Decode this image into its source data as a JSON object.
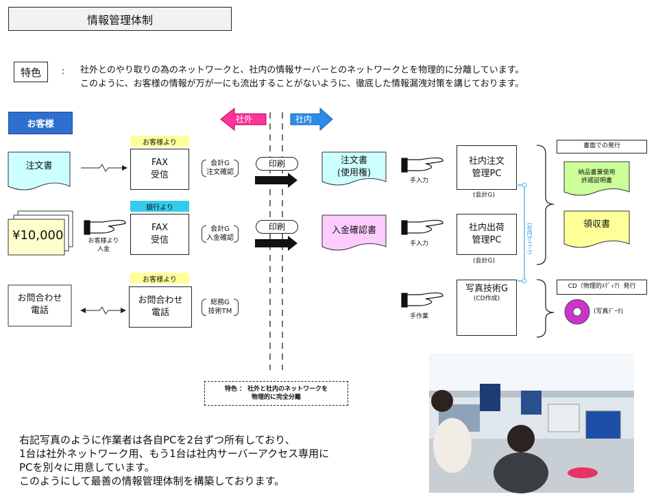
{
  "title": "情報管理体制",
  "feature": {
    "label": "特色",
    "colon": ":",
    "line1": "社外とのやり取りの為のネットワークと、社内の情報サーバーとのネットワークとを物理的に分離しています。",
    "line2": "このように、お客様の情報が万が一にも流出することがないように、徹底した情報漏洩対策を講じております。"
  },
  "customer": "お客様",
  "zone": {
    "outside": "社外",
    "inside": "社内"
  },
  "rows": {
    "order": {
      "doc": "注文書",
      "tag": "お客様より",
      "box": "FAX\n受信",
      "dept": "会計G\n注文確認",
      "print": "印刷",
      "out_doc": "注文書\n(使用権)",
      "hand": "手入力",
      "pc": "社内注文\n管理PC",
      "pc_sub": "(会計G)"
    },
    "payment": {
      "doc": "¥10,000",
      "payer": "お客様より\n入金",
      "tag": "銀行より",
      "box": "FAX\n受信",
      "dept": "会計G\n入金確認",
      "print": "印刷",
      "out_doc": "入金確認書",
      "hand": "手入力",
      "pc": "社内出荷\n管理PC",
      "pc_sub": "(会計G)",
      "network": "(社内ﾈｯﾄﾜｰｸ)"
    },
    "inquiry": {
      "doc": "お問合わせ\n電話",
      "tag": "お客様より",
      "box": "お問合わせ\n電話",
      "dept": "総務G\n技術TM",
      "hand": "手作業",
      "pc": "写真技術G",
      "pc_sub": "(CD作成)"
    }
  },
  "issue": {
    "header": "書面での発行",
    "doc1": "納品書兼使用\n許諾証明書",
    "doc2": "領収書",
    "cd_header": "CD（物理的ﾒﾃﾞｨｱ）発行",
    "cd_label": "(写真ﾃﾞｰﾀ)"
  },
  "note": "特色 ： 社外と社内のネットワークを\n物理的に完全分離",
  "bottom_text": [
    "右記写真のように作業者は各自PCを2台ずつ所有しており、",
    "1台は社外ネットワーク用、もう1台は社内サーバーアクセス専用に",
    "PCを別々に用意しています。",
    "このようにして最善の情報管理体制を構築しております。"
  ],
  "colors": {
    "customer_blue": "#2e6fcf",
    "tag_yellow": "#ffff99",
    "tag_cyan": "#33ccee",
    "doc_cyan": "#ccffff",
    "doc_pink": "#ffccff",
    "doc_green": "#ccff99",
    "doc_yellow": "#ffff99",
    "arrow_pink": "#ff3399",
    "arrow_blue": "#2b8ce6",
    "cd_purple": "#cc33cc",
    "network_line": "#4fb3e0"
  },
  "icons": [
    "pointing-hand-icon",
    "cd-disc-icon",
    "office-photo"
  ]
}
